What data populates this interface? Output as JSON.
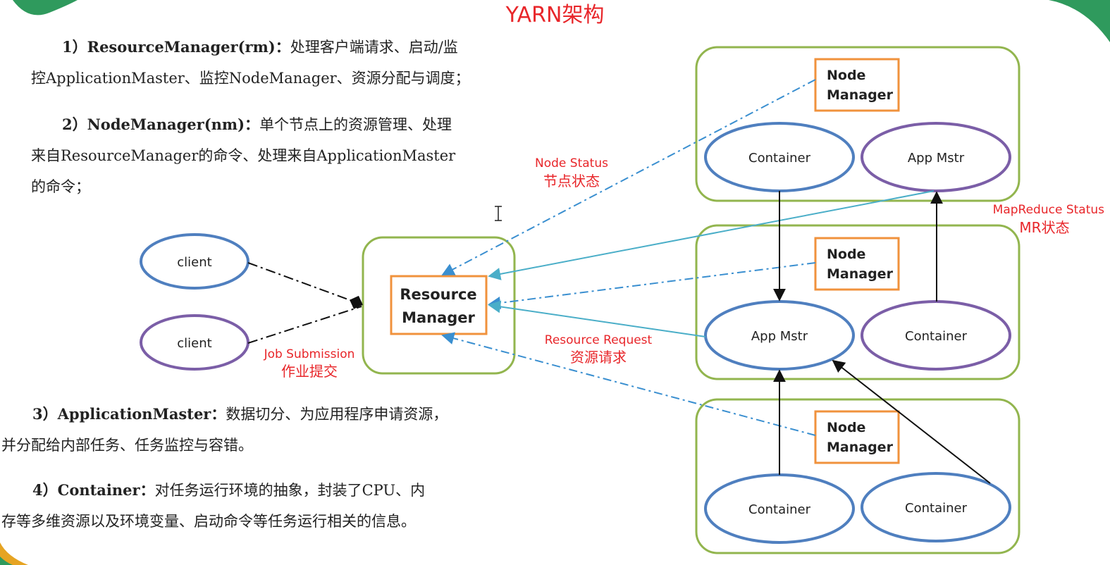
{
  "title": "YARN架构",
  "descriptions": [
    {
      "name": "1）ResourceManager(rm)：",
      "lines": [
        "处理客户端请求、启动/监",
        "控ApplicationMaster、监控NodeManager、资源分配与调度；"
      ]
    },
    {
      "name": "2）NodeManager(nm)：",
      "lines": [
        "单个节点上的资源管理、处理",
        "来自ResourceManager的命令、处理来自ApplicationMaster",
        "的命令；"
      ]
    },
    {
      "name": "3）ApplicationMaster：",
      "lines": [
        "数据切分、为应用程序申请资源，",
        "并分配给内部任务、任务监控与容错。"
      ]
    },
    {
      "name": "4）Container：",
      "lines": [
        "对任务运行环境的抽象，封装了CPU、内",
        "存等多维资源以及环境变量、启动命令等任务运行相关的信息。"
      ]
    }
  ],
  "diagram": {
    "clients": [
      "client",
      "client"
    ],
    "resource_manager": {
      "line1": "Resource",
      "line2": "Manager"
    },
    "node_manager": {
      "line1": "Node",
      "line2": "Manager"
    },
    "container": "Container",
    "app_master": "App Mstr",
    "labels": {
      "job_submission_en": "Job Submission",
      "job_submission_zh": "作业提交",
      "node_status_en": "Node Status",
      "node_status_zh": "节点状态",
      "resource_request_en": "Resource Request",
      "resource_request_zh": "资源请求",
      "mr_status_en": "MapReduce Status",
      "mr_status_zh": "MR状态"
    }
  },
  "colors": {
    "accent_red": "#e8262a",
    "green_border": "#92b54e",
    "orange_border": "#f0923c",
    "blue_ellipse": "#4f7fbf",
    "purple_ellipse": "#7b5ea7",
    "dash_blue": "#3a8fd0",
    "solid_teal": "#4aaec8"
  }
}
